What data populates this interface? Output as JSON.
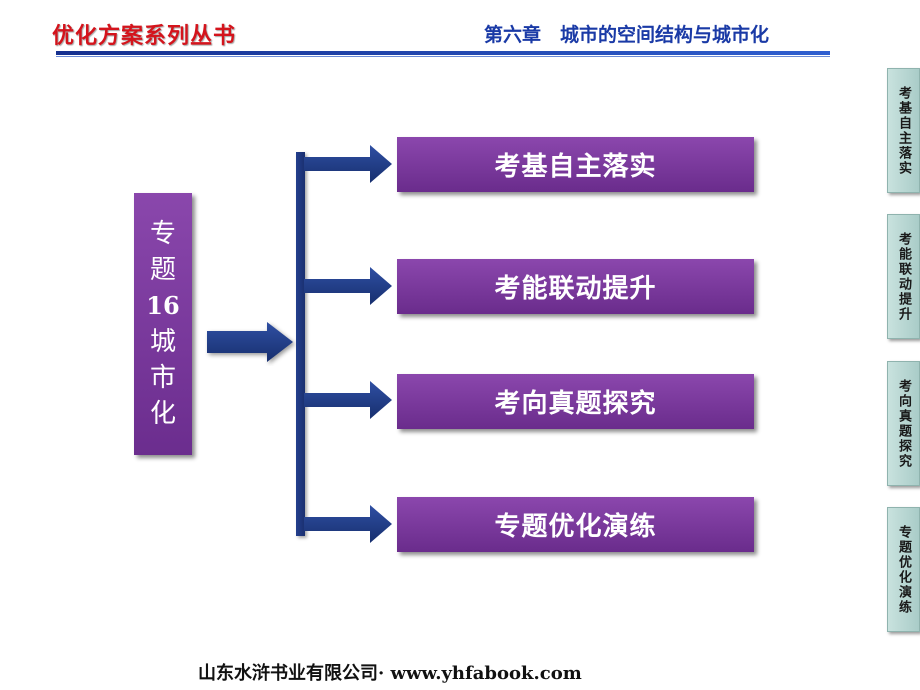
{
  "header": {
    "series_title": "优化方案系列丛书",
    "chapter_title": "第六章　城市的空间结构与城市化"
  },
  "topic": {
    "chars": [
      "专",
      "题",
      "16",
      "城",
      "市",
      "化"
    ]
  },
  "menu": [
    {
      "label": "考基自主落实"
    },
    {
      "label": "考能联动提升"
    },
    {
      "label": "考向真题探究"
    },
    {
      "label": "专题优化演练"
    }
  ],
  "side_tabs": [
    {
      "label": "考基自主落实"
    },
    {
      "label": "考能联动提升"
    },
    {
      "label": "考向真题探究"
    },
    {
      "label": "专题优化演练"
    }
  ],
  "footer": {
    "text": "山东水浒书业有限公司· www.yhfabook.com"
  },
  "colors": {
    "series_title": "#d4141c",
    "chapter_title": "#1a3aa6",
    "box_purple": "#7a3a9e",
    "arrow_navy": "#1f3a85",
    "tab_teal": "#b8d8d4"
  }
}
